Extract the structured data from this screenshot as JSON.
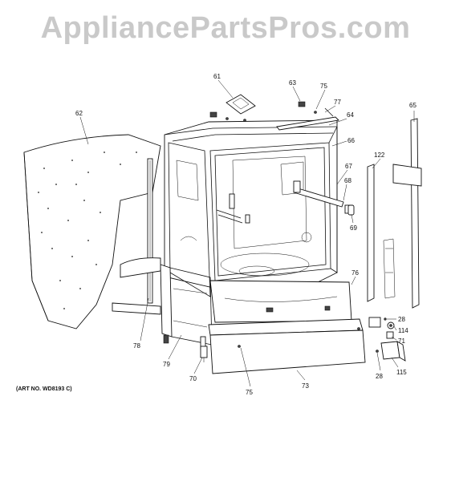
{
  "watermark": "AppliancePartsPros.com",
  "art_number": "(ART NO. WD8193 C)",
  "callouts": {
    "c61": "61",
    "c63": "63",
    "c75a": "75",
    "c77": "77",
    "c64": "64",
    "c62": "62",
    "c65": "65",
    "c66": "66",
    "c122": "122",
    "c67": "67",
    "c68": "68",
    "c69": "69",
    "c76": "76",
    "c28a": "28",
    "c114": "114",
    "c71": "71",
    "c78": "78",
    "c79": "79",
    "c70": "70",
    "c75b": "75",
    "c73": "73",
    "c28b": "28",
    "c115": "115"
  }
}
